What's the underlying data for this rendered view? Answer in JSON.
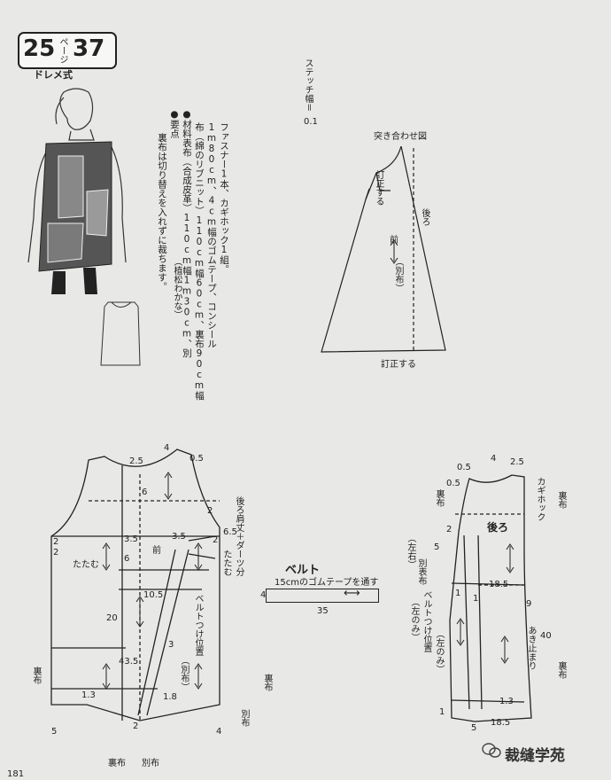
{
  "header": {
    "page_number": "25",
    "page_kana": "ページ",
    "design_number": "37",
    "subtitle": "ドレメ式"
  },
  "materials": {
    "bullet_mat": "●",
    "heading": "材料",
    "line1": "表布（合成皮革）110cm幅1m30cm、別",
    "line2": "布（綿のリブニット）110cm幅60cm、裏布90cm幅",
    "line3": "1m80cm、4cm幅のゴムテープ、コンシール",
    "line4": "ファスナー1本、カギホック1組。",
    "bullet_key": "●",
    "key_heading": "要点",
    "key_text": "裏布は切り替えを入れずに裁ちます。",
    "author": "（植松わかな）"
  },
  "stitch": {
    "label": "ステッチ幅＝",
    "value": "0.1"
  },
  "tsukiawase": {
    "title": "突き合わせ図",
    "cut_top": "訂正する",
    "cut_bottom": "訂正する",
    "back": "後ろ",
    "front": "前",
    "betsununo": "（別布）"
  },
  "belt": {
    "title": "ベルト",
    "note": "15cmのゴムテープを通す",
    "height": "4",
    "length": "35"
  },
  "front_piece": {
    "n2_5": "2.5",
    "n4": "4",
    "n0_5": "0.5",
    "n6": "6",
    "n2a": "2",
    "n6_5": "6.5",
    "n2b": "2",
    "n3_5a": "3.5",
    "n3_5b": "3.5",
    "front": "前",
    "n2c": "2",
    "n2d": "2",
    "n6b": "6",
    "tatamu_l": "たたむ",
    "n10_5": "10.5",
    "n20": "20",
    "n3": "3",
    "n43_5": "43.5",
    "n1_3": "1.3",
    "n1_8": "1.8",
    "n2e": "2",
    "n5": "5",
    "n4b": "4",
    "betsununo": "（別布）",
    "belt_pos": "ベルトつけ位置",
    "back_dart": "後ろ肩丈＋ダーツ分",
    "tatamu_r": "たたむ",
    "lining_l": "裏布",
    "lining_b": "裏布",
    "bessu_b": "別布",
    "bessu_r": "別布",
    "lining_r": "裏布"
  },
  "back_piece": {
    "n0_5a": "0.5",
    "n4": "4",
    "n2_5": "2.5",
    "n0_5b": "0.5",
    "hook": "カギホック",
    "lining_tl": "裏布",
    "lining_tr": "裏布",
    "back": "後ろ",
    "n2": "2",
    "n5": "5",
    "left_right": "（左右）",
    "betsu_omote": "別表布",
    "n18_5a": "18.5",
    "n9": "9",
    "n1a": "1",
    "n1b": "1",
    "belt_pos": "ベルトつけ位置",
    "left_only_a": "（左のみ）",
    "left_only_b": "（左のみ）",
    "ake": "あき止まり",
    "n40": "40",
    "lining_r": "裏布",
    "n1_3": "1.3",
    "n1c": "1",
    "n5b": "5",
    "n18_5b": "18.5"
  },
  "footer": {
    "page": "181",
    "watermark": "裁缝学苑"
  }
}
